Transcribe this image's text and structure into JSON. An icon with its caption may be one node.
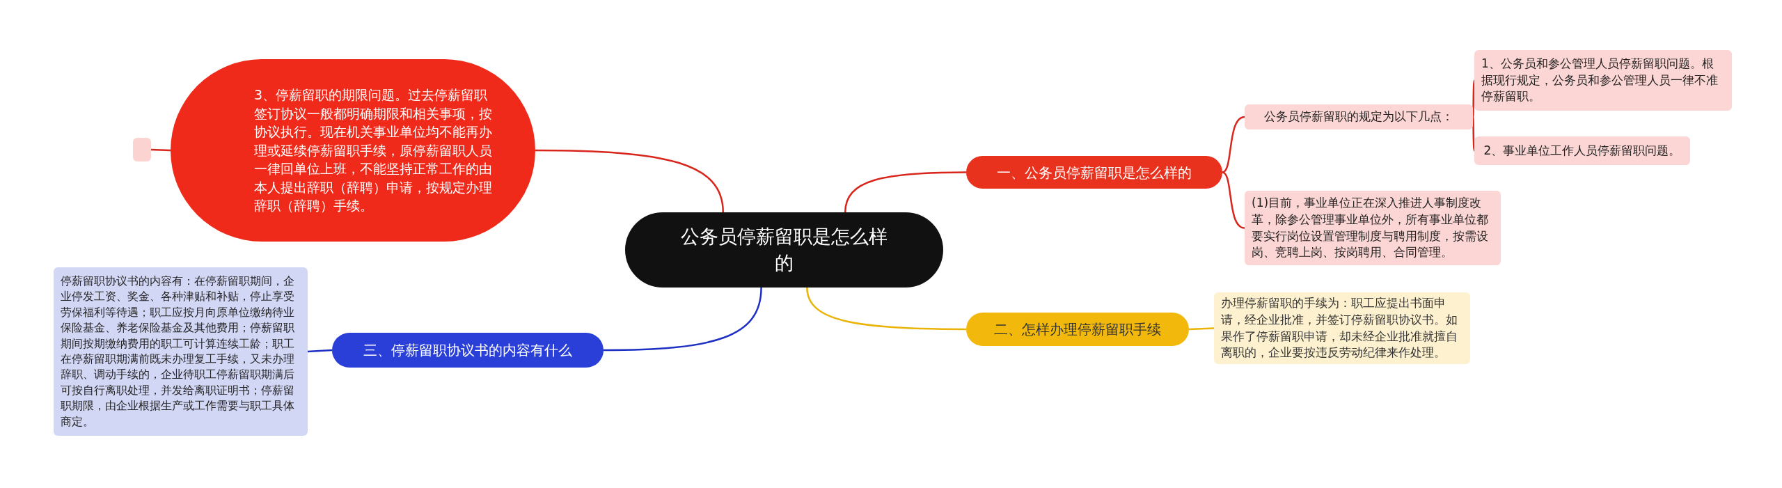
{
  "diagram": {
    "nodes": [
      {
        "text": [
          "公务员停薪留职是怎么样的"
        ]
      },
      {
        "text": [
          "3、停薪留职的期限问题。过去停薪留职签订协议一般都明确期限和相关事项，按协议执行。现在机关事业单位均不能再办理或延续停薪留职手续，原停薪留职人员一律回单位上班，不能坚持正常工作的由本人提出辞职（辞聘）申请，按规定办理辞职（辞聘）手续。"
        ]
      },
      {
        "text": [],
        "shape": "box"
      },
      {
        "text": [
          "一、公务员停薪留职是怎么样的"
        ]
      },
      {
        "text": [
          "公务员停薪留职的规定为以下几点："
        ]
      },
      {
        "text": [
          "1、公务员和参公管理人员停薪留职问题。根据现行规定，公务员和参公管理人员一律不准停薪留职。"
        ]
      },
      {
        "text": [
          "2、事业单位工作人员停薪留职问题。"
        ]
      },
      {
        "text": [
          "(1)目前，事业单位正在深入推进人事制度改革，除参公管理事业单位外，所有事业单位都要实行岗位设置管理制度与聘用制度，按需设岗、竞聘上岗、按岗聘用、合同管理。"
        ]
      },
      {
        "text": [
          "二、怎样办理停薪留职手续"
        ]
      },
      {
        "text": [
          "办理停薪留职的手续为：职工应提出书面申请，经企业批准，并签订停薪留职协议书。如果作了停薪留职申请，却未经企业批准就擅自离职的，企业要按违反劳动纪律来作处理。"
        ]
      },
      {
        "text": [
          "三、停薪留职协议书的内容有什么"
        ]
      },
      {
        "text": [
          "停薪留职协议书的内容有：在停薪留职期间，企业停发工资、奖金、各种津贴和补贴，停止享受劳保福利等待遇；职工应按月向原单位缴纳待业保险基金、养老保险基金及其他费用；停薪留职期间按期缴纳费用的职工可计算连续工龄；职工在停薪留职期满前既未办理复工手续，又未办理辞职、调动手续的，企业待职工停薪留职期满后可按自行离职处理，并发给离职证明书；停薪留职期限，由企业根据生产或工作需要与职工具体商定。"
        ]
      }
    ],
    "edges": [
      {
        "from": 0,
        "to": 1,
        "arrow": "none"
      },
      {
        "from": 1,
        "to": 2,
        "arrow": "none"
      },
      {
        "from": 0,
        "to": 3,
        "arrow": "none"
      },
      {
        "from": 3,
        "to": 4,
        "arrow": "none"
      },
      {
        "from": 4,
        "to": 5,
        "arrow": "none"
      },
      {
        "from": 4,
        "to": 6,
        "arrow": "none"
      },
      {
        "from": 3,
        "to": 7,
        "arrow": "none"
      },
      {
        "from": 0,
        "to": 8,
        "arrow": "none",
        "color": "#eab308"
      },
      {
        "from": 8,
        "to": 9,
        "arrow": "none",
        "color": "#eab308"
      },
      {
        "from": 0,
        "to": 10,
        "arrow": "none",
        "color": "#1e2fc4"
      },
      {
        "from": 10,
        "to": 11,
        "arrow": "none",
        "color": "#1e2fc4"
      }
    ]
  }
}
